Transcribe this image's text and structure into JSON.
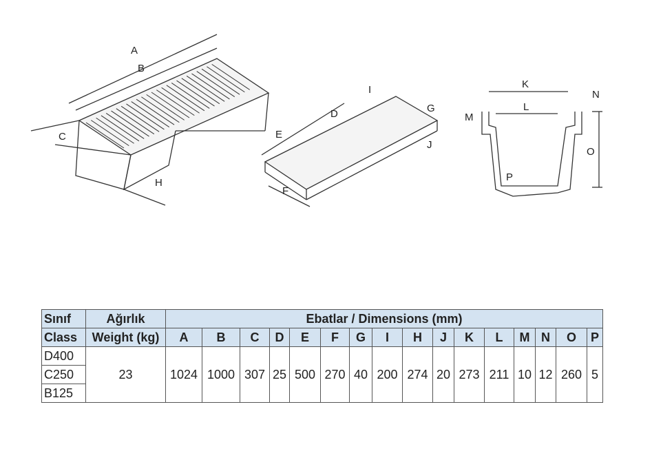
{
  "drawing_labels": {
    "channel": [
      "A",
      "B",
      "C",
      "H"
    ],
    "grate": [
      "D",
      "E",
      "F",
      "G",
      "I",
      "J"
    ],
    "section": [
      "K",
      "L",
      "M",
      "N",
      "O",
      "P"
    ]
  },
  "table": {
    "class_header": [
      "Sınıf",
      "Class"
    ],
    "weight_header": [
      "Ağırlık",
      "Weight (kg)"
    ],
    "dims_header": "Ebatlar / Dimensions (mm)",
    "dim_columns": [
      "A",
      "B",
      "C",
      "D",
      "E",
      "F",
      "G",
      "I",
      "H",
      "J",
      "K",
      "L",
      "M",
      "N",
      "O",
      "P"
    ],
    "classes": [
      "D400",
      "C250",
      "B125"
    ],
    "weight": "23",
    "dim_values": [
      "1024",
      "1000",
      "307",
      "25",
      "500",
      "270",
      "40",
      "200",
      "274",
      "20",
      "273",
      "211",
      "10",
      "12",
      "260",
      "5"
    ]
  },
  "colors": {
    "header_fill": "#d4e3f1",
    "line": "#333333"
  }
}
